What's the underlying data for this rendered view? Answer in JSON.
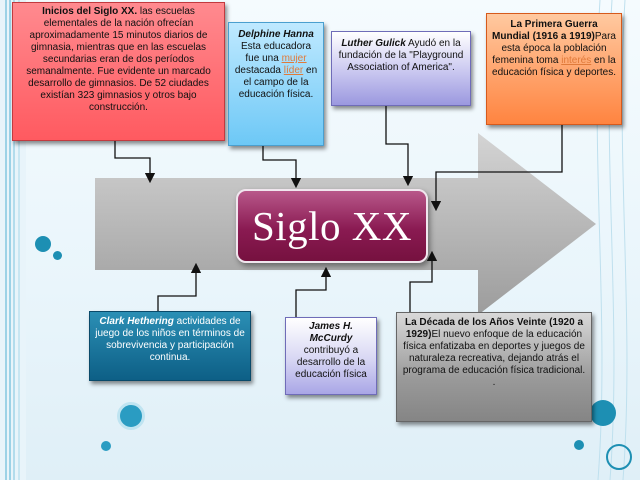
{
  "title": "Siglo XX",
  "boxes": {
    "inicios": {
      "heading": "Inicios del Siglo XX.",
      "text": " las escuelas elementales de la nación ofrecían aproximadamente 15 minutos diarios de gimnasia, mientras que en las escuelas secundarias eran de dos períodos semanalmente. Fue evidente un marcado desarrollo de gimnasios. De 52 ciudades existían 323 gimnasios y otros bajo construcción."
    },
    "delphine": {
      "name": "Delphine Hanna",
      "t1": " Esta educadora fue una ",
      "link1": "mujer",
      "t2": " destacada ",
      "link2": "líder",
      "t3": " en el campo de la educación física."
    },
    "gulick": {
      "name": "Luther Gulick",
      "text": " Ayudó en la fundación  de la \"Playground Association of America\"."
    },
    "guerra": {
      "heading": "La Primera Guerra Mundial (1916 a 1919)",
      "t1": "Para esta época la población femenina toma ",
      "link": "interés",
      "t2": " en la educación física y deportes."
    },
    "hethering": {
      "name": "Clark Hethering",
      "text": "  actividades de juego de los niños en términos de sobrevivencia y participación continua."
    },
    "mccurdy": {
      "name": "James H. McCurdy",
      "text": "contribuyó a desarrollo de la educación física"
    },
    "decada": {
      "heading": "La Década de los Años Veinte (1920 a 1929)",
      "text": "El nuevo enfoque de la educación física enfatizaba en deportes y juegos de naturaleza recreativa, dejando atrás el programa de educación física tradicional.",
      "dot": "."
    }
  },
  "colors": {
    "arrow": "#b4b4b4",
    "title_fill": "#8a1a52",
    "stripe": "#1d8fb3",
    "link": "#e07a3a"
  }
}
